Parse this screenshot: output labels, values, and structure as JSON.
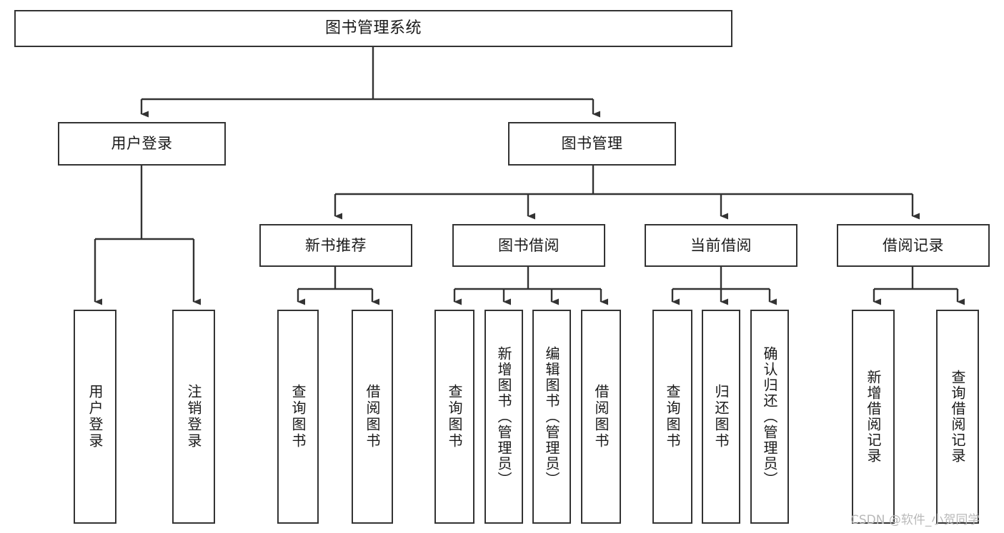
{
  "diagram": {
    "type": "tree-hierarchy",
    "title": "图书管理系统",
    "orientation": "top-down",
    "colors": {
      "box_border": "#333333",
      "box_fill": "#ffffff",
      "connector": "#333333",
      "text": "#1a1a1a",
      "watermark": "#b9b9b9",
      "background": "#ffffff"
    },
    "levels": [
      {
        "level": 1,
        "nodes": [
          {
            "id": "root",
            "label": "图书管理系统",
            "orientation": "horizontal"
          }
        ]
      },
      {
        "level": 2,
        "nodes": [
          {
            "id": "login",
            "label": "用户登录",
            "orientation": "horizontal",
            "parent": "root"
          },
          {
            "id": "bookmgmt",
            "label": "图书管理",
            "orientation": "horizontal",
            "parent": "root"
          }
        ]
      },
      {
        "level": 3,
        "nodes": [
          {
            "id": "newbook",
            "label": "新书推荐",
            "orientation": "horizontal",
            "parent": "bookmgmt"
          },
          {
            "id": "borrow",
            "label": "图书借阅",
            "orientation": "horizontal",
            "parent": "bookmgmt"
          },
          {
            "id": "current",
            "label": "当前借阅",
            "orientation": "horizontal",
            "parent": "bookmgmt"
          },
          {
            "id": "records",
            "label": "借阅记录",
            "orientation": "horizontal",
            "parent": "bookmgmt"
          }
        ]
      },
      {
        "level": 4,
        "nodes": [
          {
            "id": "leaf1",
            "label": "用户登录",
            "orientation": "vertical",
            "parent": "login"
          },
          {
            "id": "leaf2",
            "label": "注销登录",
            "orientation": "vertical",
            "parent": "login"
          },
          {
            "id": "leaf3",
            "label": "查询图书",
            "orientation": "vertical",
            "parent": "newbook"
          },
          {
            "id": "leaf4",
            "label": "借阅图书",
            "orientation": "vertical",
            "parent": "newbook"
          },
          {
            "id": "leaf5",
            "label": "查询图书",
            "orientation": "vertical",
            "parent": "borrow"
          },
          {
            "id": "leaf6",
            "label": "新增图书（管理员）",
            "orientation": "vertical",
            "parent": "borrow"
          },
          {
            "id": "leaf7",
            "label": "编辑图书（管理员）",
            "orientation": "vertical",
            "parent": "borrow"
          },
          {
            "id": "leaf8",
            "label": "借阅图书",
            "orientation": "vertical",
            "parent": "borrow"
          },
          {
            "id": "leaf9",
            "label": "查询图书",
            "orientation": "vertical",
            "parent": "current"
          },
          {
            "id": "leaf10",
            "label": "归还图书",
            "orientation": "vertical",
            "parent": "current"
          },
          {
            "id": "leaf11",
            "label": "确认归还（管理员）",
            "orientation": "vertical",
            "parent": "current"
          },
          {
            "id": "leaf12",
            "label": "新增借阅记录",
            "orientation": "vertical",
            "parent": "records"
          },
          {
            "id": "leaf13",
            "label": "查询借阅记录",
            "orientation": "vertical",
            "parent": "records"
          }
        ]
      }
    ],
    "watermark": "CSDN @软件_小贺同学"
  }
}
